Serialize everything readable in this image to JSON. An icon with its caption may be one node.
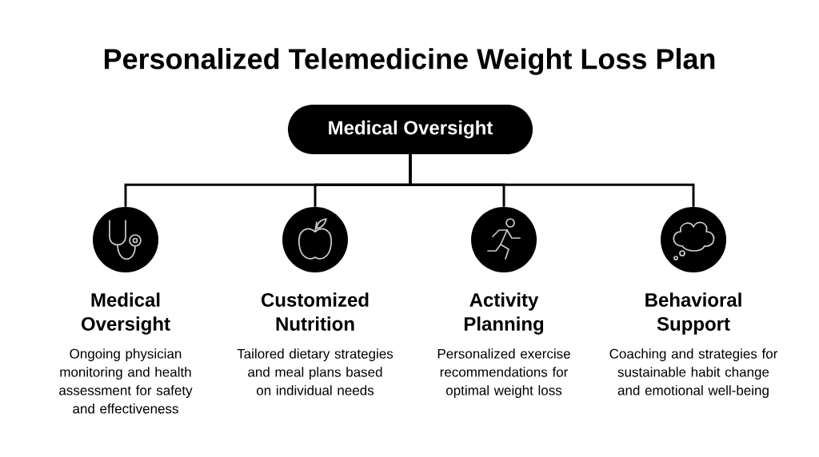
{
  "diagram": {
    "title": "Personalized Telemedicine Weight Loss Plan",
    "nodes": [
      {
        "text": [
          "Medical Oversight"
        ]
      },
      {
        "text": [
          "Medical Oversight",
          "Ongoing physician monitoring and health assessment for safety and effectiveness"
        ]
      },
      {
        "text": [
          "Customized Nutrition",
          "Tailored dietary strategies and meal plans based on individual needs"
        ]
      },
      {
        "text": [
          "Activity Planning",
          "Personalized exercise recommendations for optimal weight loss"
        ]
      },
      {
        "text": [
          "Behavioral Support",
          "Coaching and strategies for sustainable habit change and emotional well-being"
        ]
      }
    ],
    "edges": [
      {
        "from": 0,
        "to": 1,
        "arrow": "none"
      },
      {
        "from": 0,
        "to": 2,
        "arrow": "none"
      },
      {
        "from": 0,
        "to": 3,
        "arrow": "none"
      },
      {
        "from": 0,
        "to": 4,
        "arrow": "none"
      }
    ]
  }
}
